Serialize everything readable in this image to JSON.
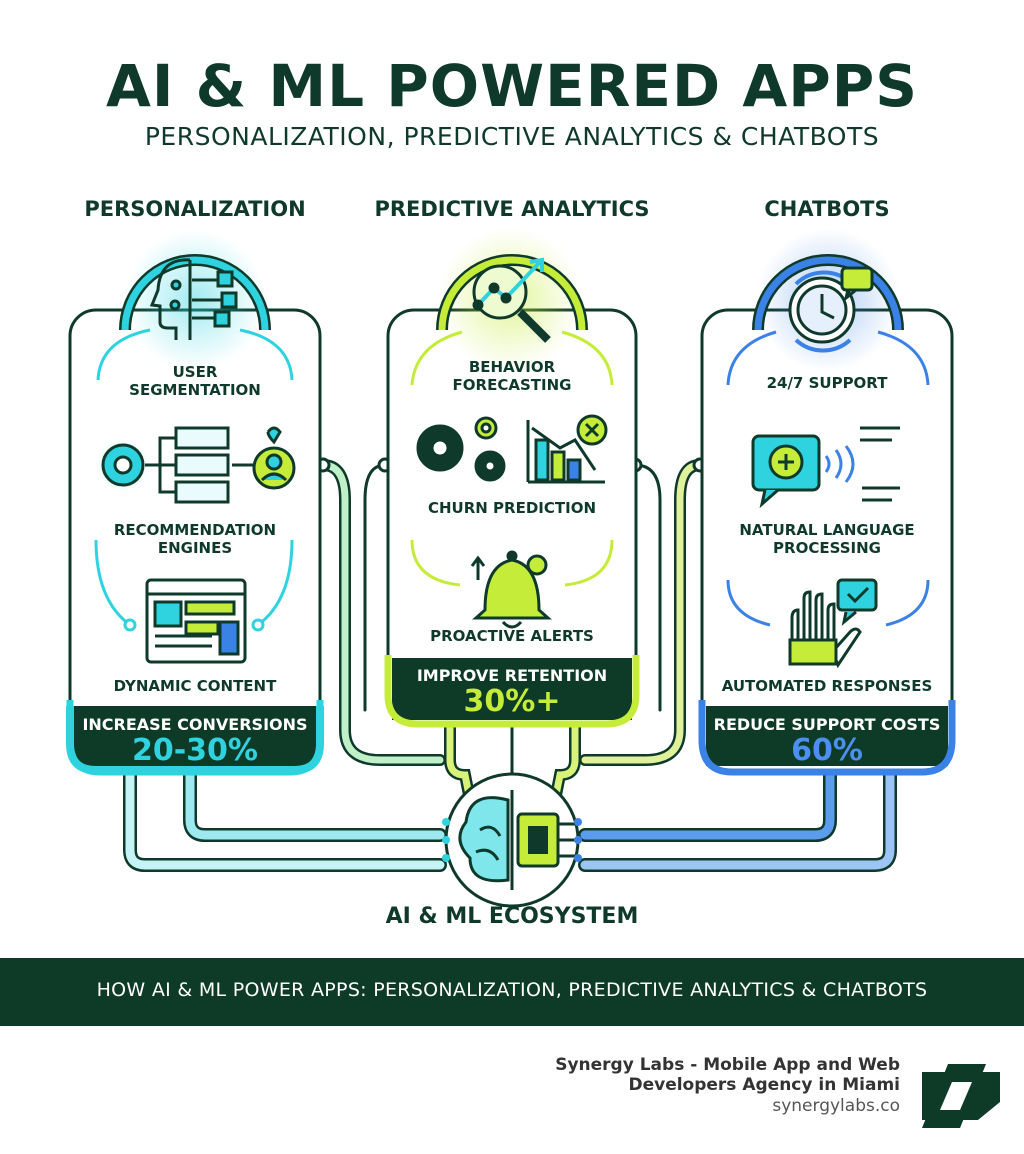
{
  "header": {
    "title": "AI & ML POWERED APPS",
    "subtitle": "PERSONALIZATION, PREDICTIVE ANALYTICS & CHATBOTS"
  },
  "columns": [
    {
      "title": "PERSONALIZATION",
      "color": "#2fd3e0",
      "items": [
        {
          "label_lines": [
            "USER",
            "SEGMENTATION"
          ],
          "icon": "brain-head-icon"
        },
        {
          "label_lines": [
            "RECOMMENDATION",
            "ENGINES"
          ],
          "icon": "gear-list-user-icon"
        },
        {
          "label_lines": [
            "DYNAMIC CONTENT"
          ],
          "icon": "web-layout-icon"
        }
      ],
      "stat_label": "INCREASE CONVERSIONS",
      "stat_value": "20-30%"
    },
    {
      "title": "PREDICTIVE ANALYTICS",
      "color": "#c6ec3a",
      "items": [
        {
          "label_lines": [
            "BEHAVIOR",
            "FORECASTING"
          ],
          "icon": "magnifier-trend-icon"
        },
        {
          "label_lines": [
            "CHURN PREDICTION"
          ],
          "icon": "gears-chart-icon"
        },
        {
          "label_lines": [
            "PROACTIVE ALERTS"
          ],
          "icon": "bell-icon"
        }
      ],
      "stat_label": "IMPROVE RETENTION",
      "stat_value": "30%+"
    },
    {
      "title": "CHATBOTS",
      "color": "#3b82e6",
      "items": [
        {
          "label_lines": [
            "24/7 SUPPORT"
          ],
          "icon": "clock-chat-icon"
        },
        {
          "label_lines": [
            "NATURAL LANGUAGE",
            "PROCESSING"
          ],
          "icon": "brain-speech-icon"
        },
        {
          "label_lines": [
            "AUTOMATED RESPONSES"
          ],
          "icon": "robot-hand-icon"
        }
      ],
      "stat_label": "REDUCE SUPPORT COSTS",
      "stat_value": "60%"
    }
  ],
  "ecosystem_label": "AI & ML ECOSYSTEM",
  "banner_text": "HOW AI & ML POWER APPS: PERSONALIZATION, PREDICTIVE ANALYTICS & CHATBOTS",
  "company": {
    "name_lines": [
      "Synergy Labs - Mobile App and Web",
      "Developers Agency in Miami"
    ],
    "url": "synergylabs.co",
    "logo_color": "#0e3b28"
  },
  "colors": {
    "dark": "#0f3a2b",
    "cyan": "#2fd3e0",
    "lime": "#c6ec3a",
    "blue": "#3b82e6"
  }
}
